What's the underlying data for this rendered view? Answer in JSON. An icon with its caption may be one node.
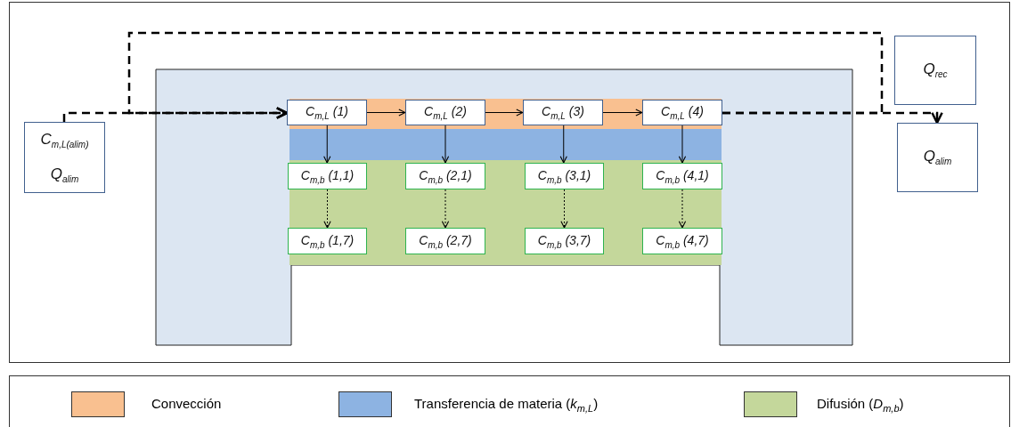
{
  "diagram": {
    "nodes": [
      {
        "text": [
          "C$_{m,L(alim)}$",
          "Q$_{alim}$"
        ]
      },
      {
        "text": [],
        "shape": "box"
      },
      {
        "text": [
          "C$_{m,L}$ (1)"
        ],
        "in": 1
      },
      {
        "text": [
          "C$_{m,L}$ (2)"
        ],
        "in": 1
      },
      {
        "text": [
          "C$_{m,L}$ (3)"
        ],
        "in": 1
      },
      {
        "text": [
          "C$_{m,L}$ (4)"
        ],
        "in": 1
      },
      {
        "text": [
          "C$_{m,b}$ (1,1)"
        ],
        "in": 1
      },
      {
        "text": [
          "C$_{m,b}$ (2,1)"
        ],
        "in": 1
      },
      {
        "text": [
          "C$_{m,b}$ (3,1)"
        ],
        "in": 1
      },
      {
        "text": [
          "C$_{m,b}$ (4,1)"
        ],
        "in": 1
      },
      {
        "text": [
          "C$_{m,b}$ (1,7)"
        ],
        "in": 1
      },
      {
        "text": [
          "C$_{m,b}$ (2,7)"
        ],
        "in": 1
      },
      {
        "text": [
          "C$_{m,b}$ (3,7)"
        ],
        "in": 1
      },
      {
        "text": [
          "C$_{m,b}$ (4,7)"
        ],
        "in": 1
      },
      {
        "text": [
          "Q$_{rec}$"
        ]
      },
      {
        "text": [
          "Q$_{alim}$"
        ]
      }
    ],
    "edges": [
      {
        "from": 0,
        "to": 2,
        "arrow": "to",
        "style": "dashed"
      },
      {
        "from": 5,
        "to": 2,
        "arrow": "to",
        "style": "dashed"
      },
      {
        "from": 5,
        "to": 15,
        "arrow": "to",
        "style": "dashed"
      },
      {
        "from": 2,
        "to": 3,
        "arrow": "to"
      },
      {
        "from": 3,
        "to": 4,
        "arrow": "to"
      },
      {
        "from": 4,
        "to": 5,
        "arrow": "to"
      },
      {
        "from": 2,
        "to": 6,
        "arrow": "to"
      },
      {
        "from": 3,
        "to": 7,
        "arrow": "to"
      },
      {
        "from": 4,
        "to": 8,
        "arrow": "to"
      },
      {
        "from": 5,
        "to": 9,
        "arrow": "to"
      },
      {
        "from": 6,
        "to": 10,
        "arrow": "to",
        "style": "dashed"
      },
      {
        "from": 7,
        "to": 11,
        "arrow": "to",
        "style": "dashed"
      },
      {
        "from": 8,
        "to": 12,
        "arrow": "to",
        "style": "dashed"
      },
      {
        "from": 9,
        "to": 13,
        "arrow": "to",
        "style": "dashed"
      }
    ],
    "legend": [
      {
        "text": "Convección",
        "color": "#f9c090"
      },
      {
        "text": "Transferencia de materia (*k*$_{m,L}$)",
        "color": "#8db3e2"
      },
      {
        "text": "Difusión (*D*$_{m,b}$)",
        "color": "#c4d79b"
      }
    ]
  }
}
